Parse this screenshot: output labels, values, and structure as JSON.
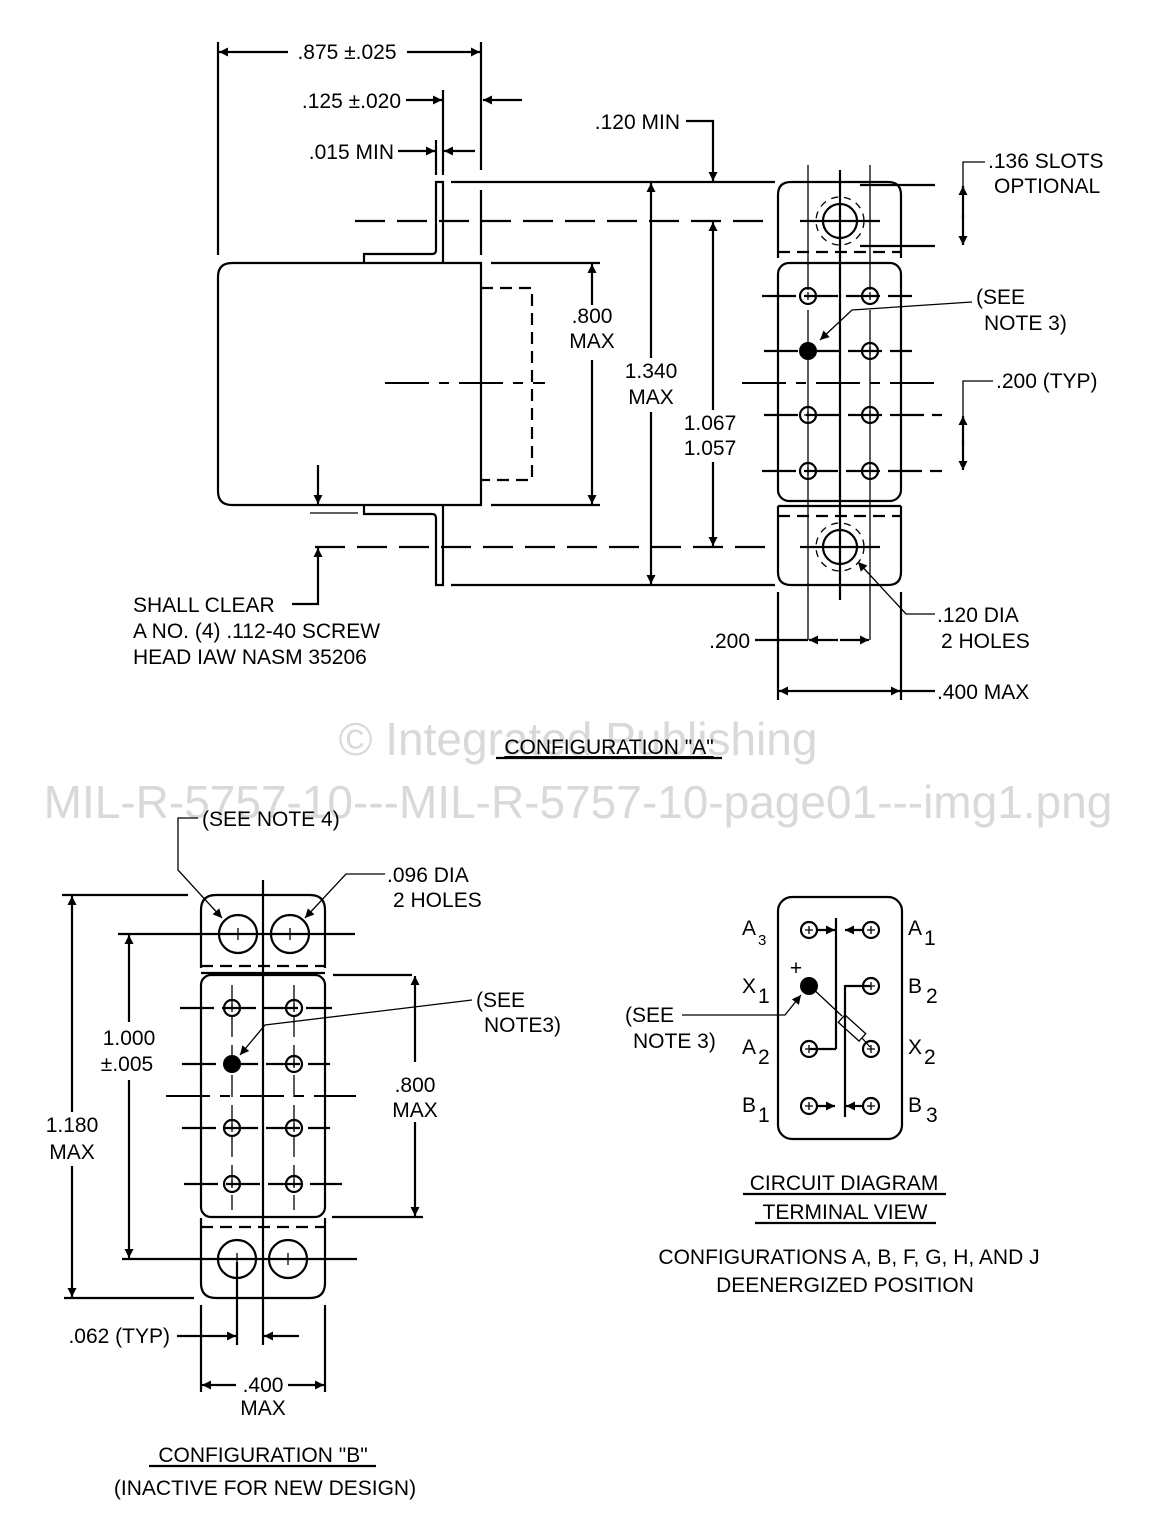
{
  "watermark": {
    "line1": "© Integrated Publishing",
    "line2": "MIL-R-5757-10---MIL-R-5757-10-page01---img1.png"
  },
  "config_a": {
    "title": "CONFIGURATION \"A\"",
    "dims": {
      "overall_width": ".875 ±.025",
      "terminal_offset": ".125 ±.020",
      "lug_thickness": ".015 MIN",
      "top_clearance": ".120 MIN",
      "slots_line1": ".136 SLOTS",
      "slots_line2": "OPTIONAL",
      "body_height_line1": ".800",
      "body_height_line2": "MAX",
      "overall_height_line1": "1.340",
      "overall_height_line2": "MAX",
      "hole_spacing_line1": "1.067",
      "hole_spacing_line2": "1.057",
      "pitch": ".200 (TYP)",
      "see_note3_line1": "(SEE",
      "see_note3_line2": "NOTE 3)",
      "hole_dia_line1": ".120 DIA",
      "hole_dia_line2": "2 HOLES",
      "column_spacing": ".200",
      "width_max": ".400 MAX"
    },
    "clearance_note": [
      "SHALL CLEAR",
      "A NO. (4) .112-40 SCREW",
      "HEAD IAW NASM 35206"
    ]
  },
  "config_b": {
    "title": "CONFIGURATION \"B\"",
    "subtitle": "(INACTIVE FOR NEW DESIGN)",
    "dims": {
      "see_note4": "(SEE NOTE 4)",
      "hole_dia_line1": ".096 DIA",
      "hole_dia_line2": "2 HOLES",
      "see_note3_line1": "(SEE",
      "see_note3_line2": "NOTE3)",
      "hole_spacing_line1": "1.000",
      "hole_spacing_line2": "±.005",
      "overall_height_line1": "1.180",
      "overall_height_line2": "MAX",
      "body_height_line1": ".800",
      "body_height_line2": "MAX",
      "offset": ".062 (TYP)",
      "width_line1": ".400",
      "width_line2": "MAX"
    }
  },
  "circuit": {
    "title_line1": "CIRCUIT DIAGRAM",
    "title_line2": "TERMINAL VIEW",
    "caption_line1": "CONFIGURATIONS  A, B, F, G, H, AND J",
    "caption_line2": "DEENERGIZED POSITION",
    "see_note3_line1": "(SEE",
    "see_note3_line2": "NOTE 3)",
    "plus_sign": "+",
    "terminals": {
      "a3": {
        "letter": "A",
        "sub": "3"
      },
      "a1": {
        "letter": "A",
        "sub": "1"
      },
      "x1": {
        "letter": "X",
        "sub": "1"
      },
      "b2": {
        "letter": "B",
        "sub": "2"
      },
      "a2": {
        "letter": "A",
        "sub": "2"
      },
      "x2": {
        "letter": "X",
        "sub": "2"
      },
      "b1": {
        "letter": "B",
        "sub": "1"
      },
      "b3": {
        "letter": "B",
        "sub": "3"
      }
    }
  }
}
